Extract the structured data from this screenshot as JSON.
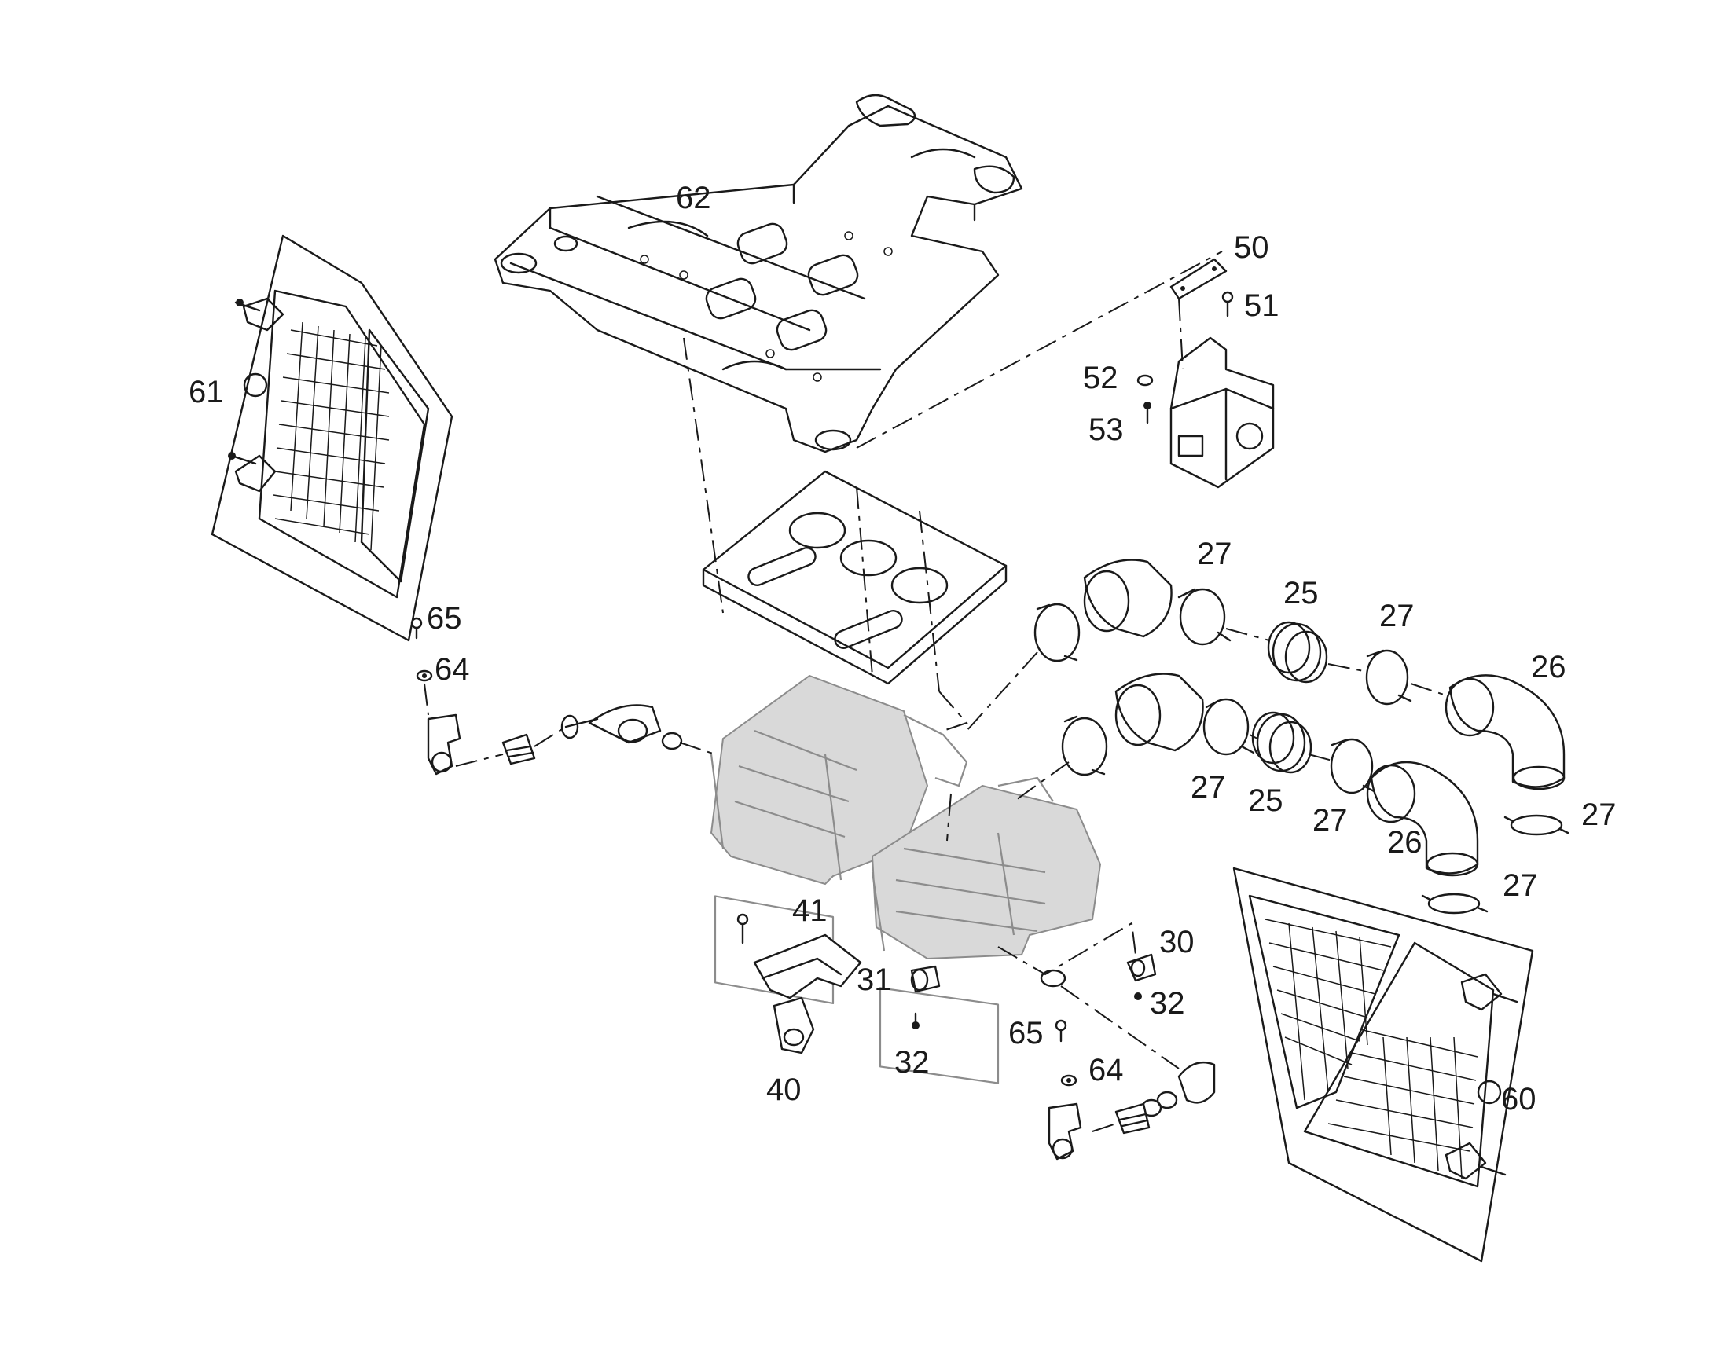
{
  "callouts": {
    "c62": "62",
    "c50": "50",
    "c51": "51",
    "c52": "52",
    "c53": "53",
    "c61": "61",
    "c65a": "65",
    "c64a": "64",
    "c27a": "27",
    "c25a": "25",
    "c27b": "27",
    "c26a": "26",
    "c27c": "27",
    "c25b": "25",
    "c27d": "27",
    "c26b": "26",
    "c27e": "27",
    "c27f": "27",
    "c41": "41",
    "c31": "31",
    "c32a": "32",
    "c40": "40",
    "c30": "30",
    "c32b": "32",
    "c65b": "65",
    "c64b": "64",
    "c60": "60"
  },
  "colors": {
    "line": "#1a1a1a",
    "gray_part": "#8c8c8c",
    "background": "#ffffff"
  }
}
